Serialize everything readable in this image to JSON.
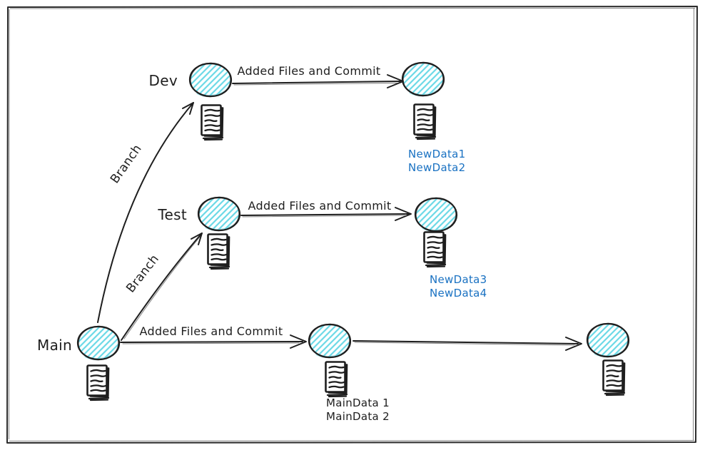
{
  "colors": {
    "ink": "#1e1e1e",
    "cyan": "#69d8e6",
    "blue": "#1971c2"
  },
  "branch_rows": {
    "dev": {
      "name": "Dev",
      "commit_arrow_label": "Added Files and Commit",
      "added_data": [
        "NewData1",
        "NewData2"
      ]
    },
    "test": {
      "name": "Test",
      "commit_arrow_label": "Added Files and Commit",
      "added_data": [
        "NewData3",
        "NewData4"
      ]
    },
    "main": {
      "name": "Main",
      "commit_arrow_label": "Added Files and Commit",
      "added_data": [
        "MainData 1",
        "MainData 2"
      ]
    }
  },
  "branch_arrows": {
    "main_to_dev_label": "Branch",
    "main_to_test_label": "Branch"
  }
}
